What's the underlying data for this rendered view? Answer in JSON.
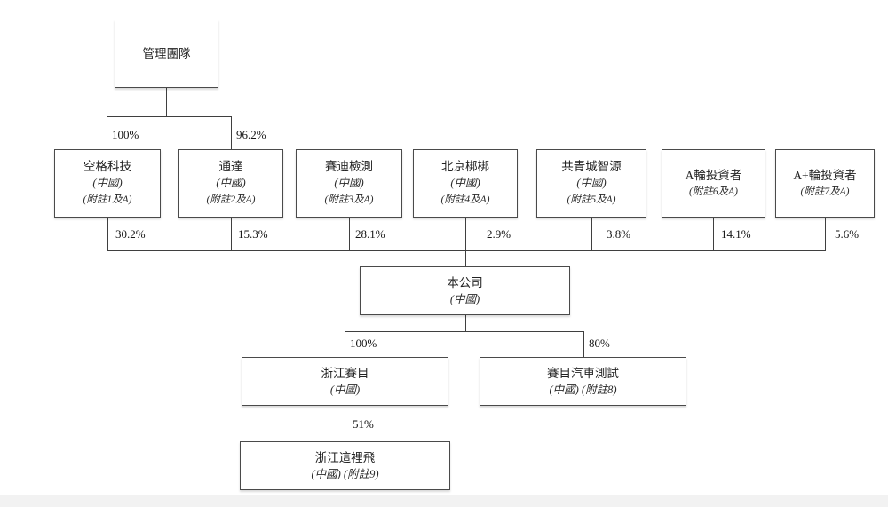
{
  "org_chart": {
    "management": {
      "title": "管理團隊"
    },
    "management_links": [
      {
        "label": "100%"
      },
      {
        "label": "96.2%"
      }
    ],
    "shareholders": [
      {
        "title": "空格科技",
        "line2": "(中國)",
        "line3": "(附註1及A)",
        "stake": "30.2%"
      },
      {
        "title": "通達",
        "line2": "(中國)",
        "line3": "(附註2及A)",
        "stake": "15.3%"
      },
      {
        "title": "賽迪檢測",
        "line2": "(中國)",
        "line3": "(附註3及A)",
        "stake": "28.1%"
      },
      {
        "title": "北京梆梆",
        "line2": "(中國)",
        "line3": "(附註4及A)",
        "stake": "2.9%"
      },
      {
        "title": "共青城智源",
        "line2": "(中國)",
        "line3": "(附註5及A)",
        "stake": "3.8%"
      },
      {
        "title": "A輪投資者",
        "line2": "(附註6及A)",
        "stake": "14.1%"
      },
      {
        "title": "A+輪投資者",
        "line2": "(附註7及A)",
        "stake": "5.6%"
      }
    ],
    "company": {
      "title": "本公司",
      "subtitle": "(中國)"
    },
    "subsidiaries": [
      {
        "title": "浙江賽目",
        "subtitle": "(中國)",
        "stake": "100%"
      },
      {
        "title": "賽目汽車測試",
        "subtitle": "(中國) (附註8)",
        "stake": "80%"
      }
    ],
    "sub_subsidiary": {
      "title": "浙江這裡飛",
      "subtitle": "(中國) (附註9)",
      "stake": "51%"
    },
    "colors": {
      "line": "#3f3f3f",
      "background": "#ffffff",
      "footer_strip": "#f2f2f2"
    }
  }
}
